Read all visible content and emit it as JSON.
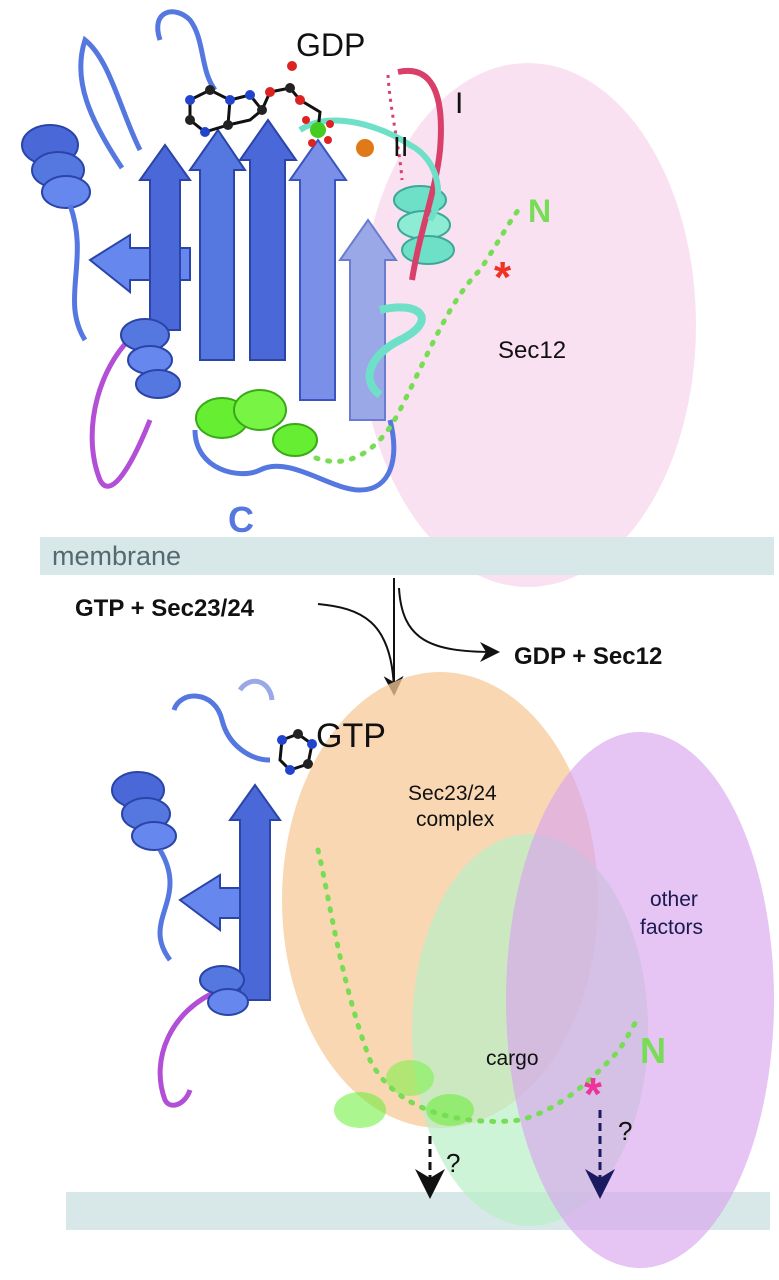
{
  "colors": {
    "protein": "#5577e0",
    "protein_dark": "#3a55c0",
    "protein_light": "#9aa8e8",
    "switch1": "#d8406a",
    "switch2": "#6fe0c8",
    "helix_c": "#66ee33",
    "loop_magenta": "#b24fd6",
    "sec12_region": "#f7d9ef",
    "sec23_region": "#f7c99a",
    "cargo_region": "#b9f0c8",
    "factors_region": "#d9a4ee",
    "membrane": "#d8e8e8",
    "dotted_green": "#77dd55",
    "star_red": "#ee3322",
    "star_pink": "#ee3399",
    "arrow_dark": "#1a1a60"
  },
  "labels": {
    "gdp": "GDP",
    "switch_1": "I",
    "switch_2": "II",
    "n_term_top": "N",
    "sec12": "Sec12",
    "c_term": "C",
    "membrane": "membrane",
    "input": "GTP + Sec23/24",
    "output": "GDP + Sec12",
    "gtp": "GTP",
    "sec23_24_line1": "Sec23/24",
    "sec23_24_line2": "complex",
    "other_line1": "other",
    "other_line2": "factors",
    "cargo": "cargo",
    "n_term_bottom": "N",
    "question_1": "?",
    "question_2": "?"
  },
  "icons": {
    "star_top": "asterisk-icon",
    "star_bottom": "asterisk-icon"
  }
}
